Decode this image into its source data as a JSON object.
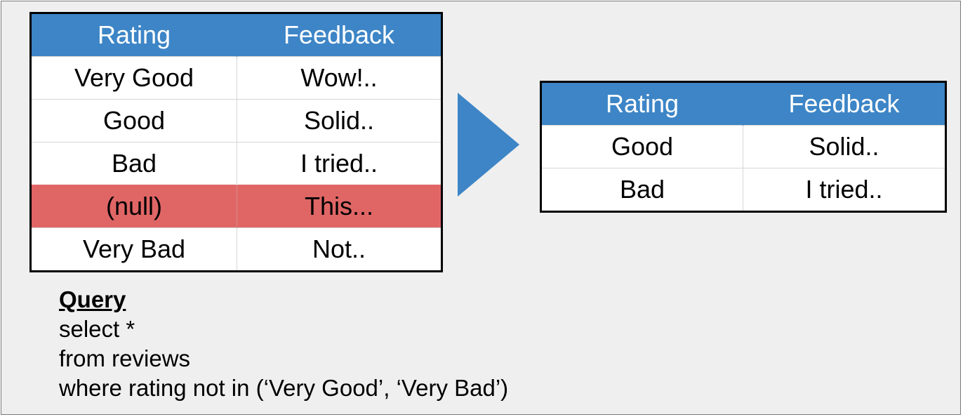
{
  "source_table": {
    "headers": [
      "Rating",
      "Feedback"
    ],
    "rows": [
      {
        "rating": "Very Good",
        "feedback": "Wow!.."
      },
      {
        "rating": "Good",
        "feedback": "Solid.."
      },
      {
        "rating": "Bad",
        "feedback": "I tried.."
      },
      {
        "rating": "(null)",
        "feedback": "This...",
        "highlighted": true
      },
      {
        "rating": "Very Bad",
        "feedback": "Not.."
      }
    ]
  },
  "result_table": {
    "headers": [
      "Rating",
      "Feedback"
    ],
    "rows": [
      {
        "rating": "Good",
        "feedback": "Solid.."
      },
      {
        "rating": "Bad",
        "feedback": "I tried.."
      }
    ]
  },
  "query": {
    "title": "Query",
    "lines": [
      "select *",
      "from reviews",
      "where rating not in (‘Very Good’, ‘Very Bad’)"
    ]
  },
  "colors": {
    "header_blue": "#3d85c6",
    "null_row_red": "#e06666",
    "arrow_blue": "#3d85c6",
    "background": "#efefef"
  },
  "icons": {
    "arrow": "right-pointing-triangle"
  }
}
